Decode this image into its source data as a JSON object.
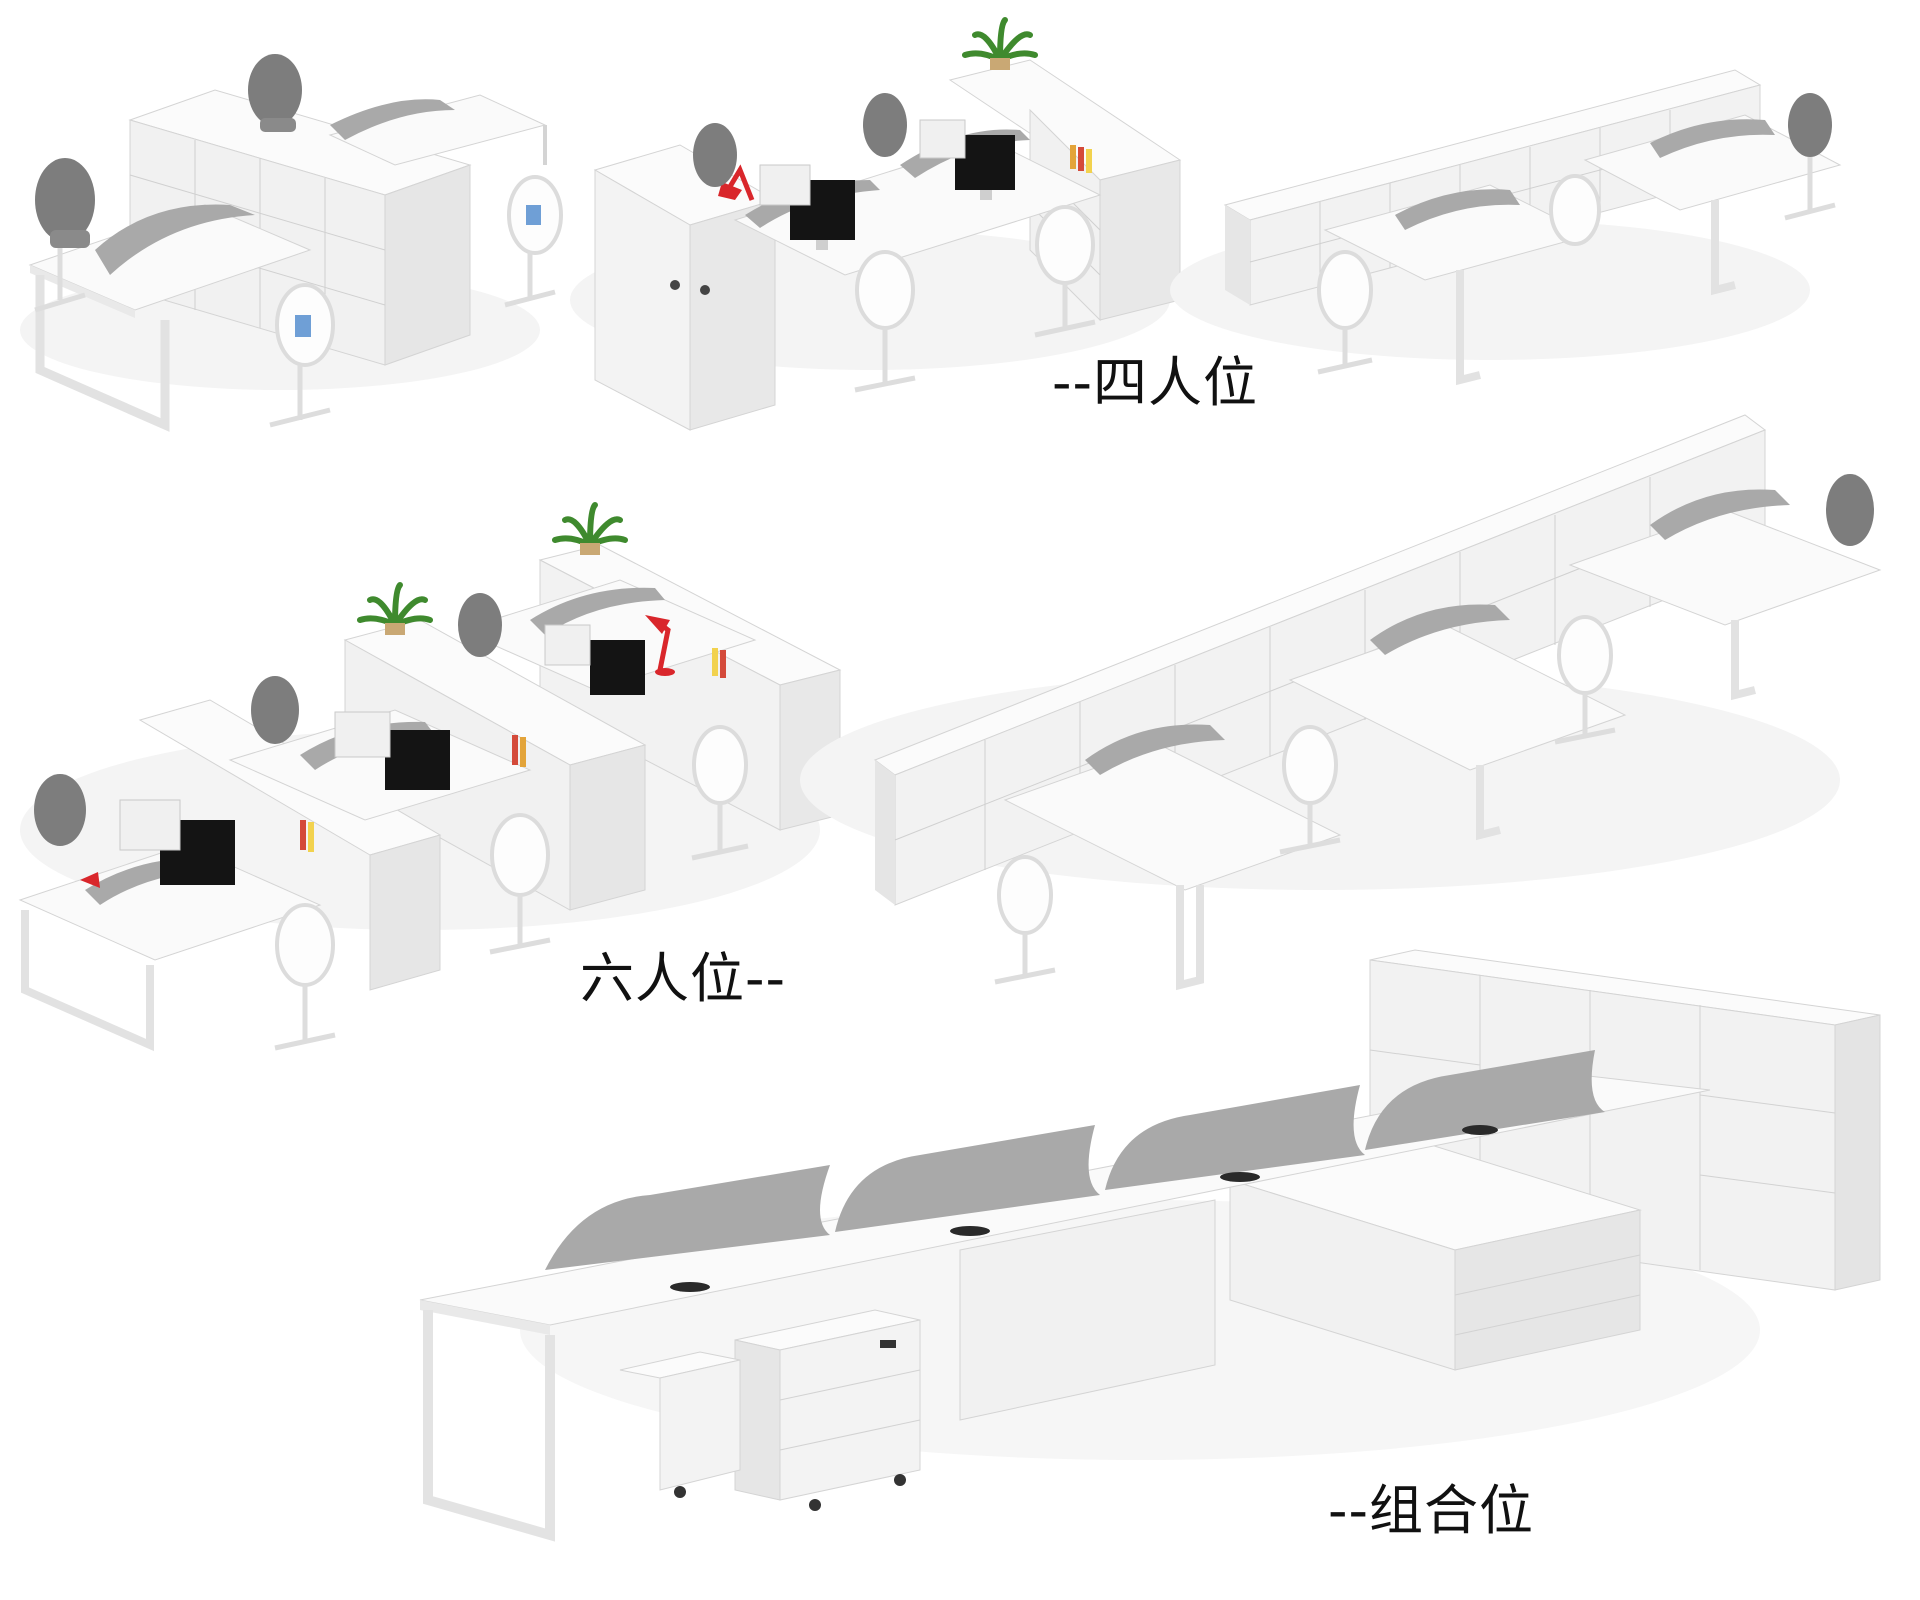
{
  "captions": {
    "four": "--四人位",
    "six": "六人位--",
    "combo": "--组合位"
  },
  "colors": {
    "background": "#ffffff",
    "furniture_white": "#f6f6f6",
    "furniture_edge": "#d4d4d4",
    "felt_gray": "#a9a9a9",
    "chair_gray": "#7d7d7d",
    "monitor_black": "#141414",
    "lamp_red": "#d9262b",
    "plant_green": "#3f8a2e"
  },
  "groups": [
    {
      "name": "four-seat-workstation-a",
      "icons": [
        "office-chair-icon",
        "desk-icon",
        "cabinet-icon"
      ]
    },
    {
      "name": "four-seat-workstation-b",
      "icons": [
        "monitor-icon",
        "plant-icon",
        "desk-lamp-icon"
      ]
    },
    {
      "name": "four-seat-workstation-c",
      "icons": [
        "bookshelf-icon",
        "desk-icon"
      ]
    },
    {
      "name": "six-seat-workstation",
      "icons": [
        "monitor-icon",
        "plant-icon",
        "desk-lamp-icon"
      ]
    },
    {
      "name": "long-bench-workstation",
      "icons": [
        "desk-icon",
        "office-chair-icon"
      ]
    },
    {
      "name": "combination-workstation",
      "icons": [
        "mobile-pedestal-icon",
        "storage-cabinet-icon"
      ]
    }
  ]
}
